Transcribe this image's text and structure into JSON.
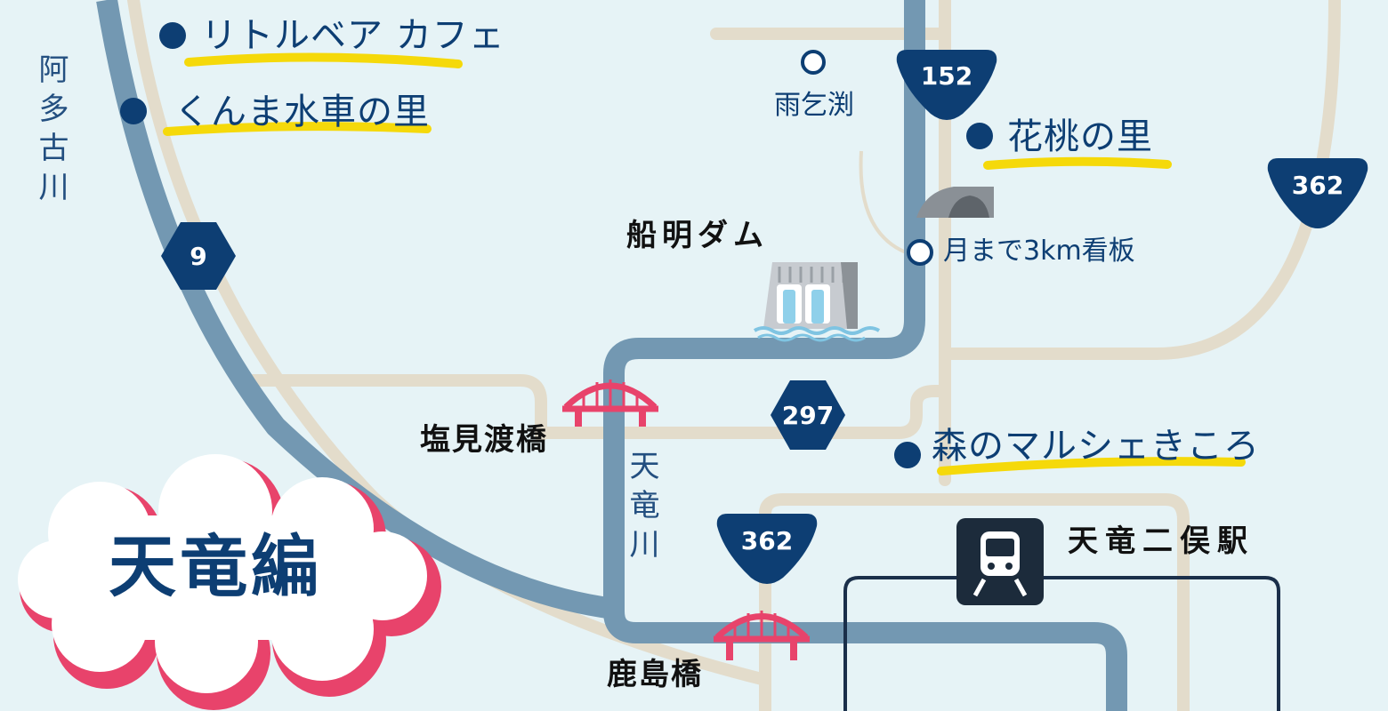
{
  "area_title": "天竜編",
  "spots": {
    "little_bear_cafe": "リトルベア カフェ",
    "kunma_suisha": "くんま水車の里",
    "katou_no_sato": "花桃の里",
    "mori_no_marche": "森のマルシェきころ"
  },
  "places": {
    "amagobuchi": "雨乞渕",
    "tsuki_sign": "月まで3km看板",
    "funagira_dam": "船明ダム",
    "shiomido_bridge": "塩見渡橋",
    "kashima_bridge": "鹿島橋",
    "station": "天竜二俣駅"
  },
  "rivers": {
    "atakogawa": "阿多古川",
    "tenryugawa": "天竜川"
  },
  "routes": {
    "r9": "9",
    "r152": "152",
    "r362_east": "362",
    "r297": "297",
    "r362_south": "362"
  },
  "colors": {
    "water": "#e6f3f6",
    "river": "#7398b2",
    "road": "#e3dccb",
    "navy": "#0d3e73",
    "bridge": "#e8436b",
    "highlight": "#f5d90a"
  }
}
